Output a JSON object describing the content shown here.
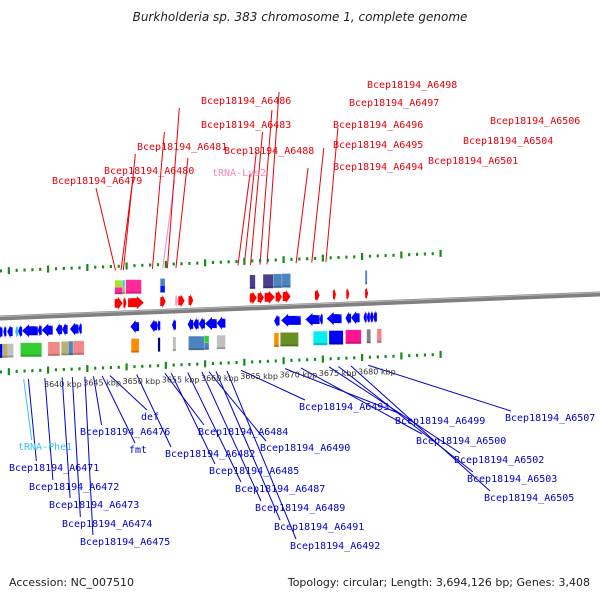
{
  "title": "Burkholderia sp. 383 chromosome 1, complete genome",
  "footer": {
    "accession": "Accession: NC_007510",
    "summary": "Topology: circular; Length: 3,694,126 bp; Genes: 3,408"
  },
  "colors": {
    "forward_label": "#e8000b",
    "reverse_label": "#0000cc",
    "trna_forward": "#f08ac0",
    "trna_reverse": "#35c5e8",
    "backbone": "#808080",
    "tick": "#1a8a1a"
  },
  "axis": {
    "unit": "kbp",
    "tick_labels": [
      "3640 kbp",
      "3645 kbp",
      "3650 kbp",
      "3655 kbp",
      "3660 kbp",
      "3665 kbp",
      "3670 kbp",
      "3675 kbp",
      "3680 kbp"
    ],
    "tick_values_kbp": [
      3640,
      3645,
      3650,
      3655,
      3660,
      3665,
      3670,
      3675,
      3680
    ]
  },
  "forward_labels": [
    {
      "text": "Bcep18194_A6479",
      "kbp": 3648.6
    },
    {
      "text": "Bcep18194_A6480",
      "kbp": 3649.3
    },
    {
      "text": "Bcep18194_A6481",
      "kbp": 3649.6
    },
    {
      "text": "Bcep18194_A6483",
      "kbp": 3653.3
    },
    {
      "text": "tRNA-Lys2",
      "kbp": 3654.6,
      "trna": true
    },
    {
      "text": "Bcep18194_A6486",
      "kbp": 3655.2
    },
    {
      "text": "Bcep18194_A6488",
      "kbp": 3656.3
    },
    {
      "text": "Bcep18194_A6494",
      "kbp": 3664.2
    },
    {
      "text": "Bcep18194_A6495",
      "kbp": 3665.0
    },
    {
      "text": "Bcep18194_A6496",
      "kbp": 3665.8
    },
    {
      "text": "Bcep18194_A6497",
      "kbp": 3667.0
    },
    {
      "text": "Bcep18194_A6498",
      "kbp": 3667.9
    },
    {
      "text": "Bcep18194_A6501",
      "kbp": 3671.6
    },
    {
      "text": "Bcep18194_A6504",
      "kbp": 3673.6
    },
    {
      "text": "Bcep18194_A6506",
      "kbp": 3675.4
    }
  ],
  "reverse_labels": [
    {
      "text": "tRNA-Phe1",
      "kbp": 3636.9,
      "trna": true
    },
    {
      "text": "Bcep18194_A6471",
      "kbp": 3637.5
    },
    {
      "text": "Bcep18194_A6472",
      "kbp": 3639.6
    },
    {
      "text": "Bcep18194_A6473",
      "kbp": 3641.8
    },
    {
      "text": "Bcep18194_A6474",
      "kbp": 3643.1
    },
    {
      "text": "Bcep18194_A6475",
      "kbp": 3644.7
    },
    {
      "text": "Bcep18194_A6476",
      "kbp": 3645.8
    },
    {
      "text": "fmt",
      "kbp": 3646.9
    },
    {
      "text": "def",
      "kbp": 3647.9
    },
    {
      "text": "Bcep18194_A6482",
      "kbp": 3651.3
    },
    {
      "text": "Bcep18194_A6484",
      "kbp": 3654.9
    },
    {
      "text": "Bcep18194_A6485",
      "kbp": 3655.7
    },
    {
      "text": "Bcep18194_A6487",
      "kbp": 3657.8
    },
    {
      "text": "Bcep18194_A6489",
      "kbp": 3659.6
    },
    {
      "text": "Bcep18194_A6490",
      "kbp": 3660.5
    },
    {
      "text": "Bcep18194_A6491",
      "kbp": 3661.4
    },
    {
      "text": "Bcep18194_A6492",
      "kbp": 3662.8
    },
    {
      "text": "Bcep18194_A6493",
      "kbp": 3664.6
    },
    {
      "text": "Bcep18194_A6499",
      "kbp": 3670.2
    },
    {
      "text": "Bcep18194_A6500",
      "kbp": 3672.2
    },
    {
      "text": "Bcep18194_A6502",
      "kbp": 3675.8
    },
    {
      "text": "Bcep18194_A6503",
      "kbp": 3677.0
    },
    {
      "text": "Bcep18194_A6505",
      "kbp": 3678.6
    },
    {
      "text": "Bcep18194_A6507",
      "kbp": 3680.8
    }
  ],
  "forward_genes": [
    {
      "start": 3648.5,
      "end": 3649.5,
      "color": "#ff0000"
    },
    {
      "start": 3649.6,
      "end": 3650.0,
      "color": "#ff0000"
    },
    {
      "start": 3650.2,
      "end": 3652.2,
      "color": "#ff0000"
    },
    {
      "start": 3654.3,
      "end": 3655.0,
      "color": "#ff0000"
    },
    {
      "start": 3656.2,
      "end": 3656.5,
      "color": "#f8a0d0"
    },
    {
      "start": 3656.6,
      "end": 3657.4,
      "color": "#ff0000"
    },
    {
      "start": 3657.9,
      "end": 3658.5,
      "color": "#ff0000"
    },
    {
      "start": 3665.7,
      "end": 3666.6,
      "color": "#ff0000"
    },
    {
      "start": 3666.7,
      "end": 3667.5,
      "color": "#ff0000"
    },
    {
      "start": 3667.6,
      "end": 3668.9,
      "color": "#ff0000"
    },
    {
      "start": 3669.0,
      "end": 3669.8,
      "color": "#ff0000"
    },
    {
      "start": 3669.9,
      "end": 3670.9,
      "color": "#ff0000"
    },
    {
      "start": 3674.0,
      "end": 3674.6,
      "color": "#ff0000"
    },
    {
      "start": 3676.3,
      "end": 3676.6,
      "color": "#ff0000"
    },
    {
      "start": 3678.0,
      "end": 3678.3,
      "color": "#ff0000"
    },
    {
      "start": 3680.4,
      "end": 3680.7,
      "color": "#ff0000"
    }
  ],
  "forward_cogs": [
    {
      "start": 3648.5,
      "end": 3649.5,
      "color": "#a6e22e",
      "half": "top"
    },
    {
      "start": 3648.5,
      "end": 3649.5,
      "color": "#ff2a9a",
      "half": "bottom"
    },
    {
      "start": 3649.5,
      "end": 3649.8,
      "color": "#26d0f0",
      "half": "top"
    },
    {
      "start": 3649.5,
      "end": 3649.8,
      "color": "#b8b070",
      "half": "bottom"
    },
    {
      "start": 3649.9,
      "end": 3651.9,
      "color": "#ff2a9a"
    },
    {
      "start": 3654.3,
      "end": 3654.9,
      "color": "#4d84c0",
      "half": "top"
    },
    {
      "start": 3654.3,
      "end": 3654.9,
      "color": "#0018ff",
      "half": "bottom"
    },
    {
      "start": 3665.7,
      "end": 3666.4,
      "color": "#4a3f8c"
    },
    {
      "start": 3667.4,
      "end": 3668.7,
      "color": "#4a3f8c"
    },
    {
      "start": 3668.7,
      "end": 3669.8,
      "color": "#4d84c0"
    },
    {
      "start": 3669.8,
      "end": 3670.9,
      "color": "#4d84c0"
    },
    {
      "start": 3680.4,
      "end": 3680.6,
      "color": "#4d84c0"
    }
  ],
  "reverse_genes": [
    {
      "start": 3633.0,
      "end": 3633.3,
      "color": "#0000ff"
    },
    {
      "start": 3633.7,
      "end": 3634.2,
      "color": "#0000ff"
    },
    {
      "start": 3634.3,
      "end": 3634.7,
      "color": "#0000ff"
    },
    {
      "start": 3634.8,
      "end": 3635.5,
      "color": "#0000ff"
    },
    {
      "start": 3635.8,
      "end": 3636.2,
      "color": "#35c5f0"
    },
    {
      "start": 3636.2,
      "end": 3636.7,
      "color": "#0000ff"
    },
    {
      "start": 3636.7,
      "end": 3638.7,
      "color": "#0000ff"
    },
    {
      "start": 3638.7,
      "end": 3639.2,
      "color": "#0000ff"
    },
    {
      "start": 3639.2,
      "end": 3640.6,
      "color": "#0000ff"
    },
    {
      "start": 3641.0,
      "end": 3641.8,
      "color": "#0000ff"
    },
    {
      "start": 3641.8,
      "end": 3642.5,
      "color": "#0000ff"
    },
    {
      "start": 3642.8,
      "end": 3643.9,
      "color": "#0000ff"
    },
    {
      "start": 3643.9,
      "end": 3644.3,
      "color": "#0000ff"
    },
    {
      "start": 3650.5,
      "end": 3651.6,
      "color": "#0000ff"
    },
    {
      "start": 3653.0,
      "end": 3653.9,
      "color": "#0000ff"
    },
    {
      "start": 3653.9,
      "end": 3654.3,
      "color": "#0000ff"
    },
    {
      "start": 3655.8,
      "end": 3656.3,
      "color": "#0000ff"
    },
    {
      "start": 3657.8,
      "end": 3658.5,
      "color": "#0000ff"
    },
    {
      "start": 3658.5,
      "end": 3659.2,
      "color": "#0000ff"
    },
    {
      "start": 3659.2,
      "end": 3660.0,
      "color": "#0000ff"
    },
    {
      "start": 3660.0,
      "end": 3661.5,
      "color": "#0000ff"
    },
    {
      "start": 3661.5,
      "end": 3662.6,
      "color": "#0000ff"
    },
    {
      "start": 3668.8,
      "end": 3669.5,
      "color": "#0000ff"
    },
    {
      "start": 3669.7,
      "end": 3672.2,
      "color": "#0000ff"
    },
    {
      "start": 3672.8,
      "end": 3674.6,
      "color": "#0000ff"
    },
    {
      "start": 3674.6,
      "end": 3675.0,
      "color": "#0000ff"
    },
    {
      "start": 3675.5,
      "end": 3677.4,
      "color": "#0000ff"
    },
    {
      "start": 3677.9,
      "end": 3678.6,
      "color": "#0000ff"
    },
    {
      "start": 3678.6,
      "end": 3679.7,
      "color": "#0000ff"
    },
    {
      "start": 3680.2,
      "end": 3680.6,
      "color": "#0000ff"
    },
    {
      "start": 3680.6,
      "end": 3681.0,
      "color": "#0000ff"
    },
    {
      "start": 3681.0,
      "end": 3681.4,
      "color": "#0000ff"
    },
    {
      "start": 3681.4,
      "end": 3681.9,
      "color": "#0000ff"
    }
  ],
  "reverse_cogs": [
    {
      "start": 3633.0,
      "end": 3633.3,
      "color": "#00d8e0"
    },
    {
      "start": 3633.7,
      "end": 3634.2,
      "color": "#0000ff"
    },
    {
      "start": 3634.2,
      "end": 3634.9,
      "color": "#b8b070"
    },
    {
      "start": 3634.9,
      "end": 3635.6,
      "color": "#c0c0c0"
    },
    {
      "start": 3636.5,
      "end": 3639.2,
      "color": "#32cd32"
    },
    {
      "start": 3640.0,
      "end": 3641.5,
      "color": "#f08888"
    },
    {
      "start": 3641.7,
      "end": 3642.6,
      "color": "#b8b070"
    },
    {
      "start": 3642.6,
      "end": 3643.2,
      "color": "#4d84c0"
    },
    {
      "start": 3643.2,
      "end": 3644.6,
      "color": "#f08888"
    },
    {
      "start": 3650.6,
      "end": 3651.6,
      "color": "#ff8c00"
    },
    {
      "start": 3654.0,
      "end": 3654.3,
      "color": "#000080"
    },
    {
      "start": 3655.9,
      "end": 3656.3,
      "color": "#c0c0c0"
    },
    {
      "start": 3657.9,
      "end": 3659.9,
      "color": "#4d84c0"
    },
    {
      "start": 3659.9,
      "end": 3660.5,
      "color": "#32cd32",
      "half": "top"
    },
    {
      "start": 3659.9,
      "end": 3660.5,
      "color": "#4d84c0",
      "half": "bottom"
    },
    {
      "start": 3661.5,
      "end": 3662.6,
      "color": "#c0c0c0"
    },
    {
      "start": 3668.8,
      "end": 3669.4,
      "color": "#ff8c00"
    },
    {
      "start": 3669.6,
      "end": 3671.9,
      "color": "#6b8e23"
    },
    {
      "start": 3673.8,
      "end": 3675.6,
      "color": "#00f0f0"
    },
    {
      "start": 3675.8,
      "end": 3677.6,
      "color": "#0000ff"
    },
    {
      "start": 3677.9,
      "end": 3679.9,
      "color": "#ff1493"
    },
    {
      "start": 3680.6,
      "end": 3681.1,
      "color": "#808080"
    },
    {
      "start": 3681.9,
      "end": 3682.5,
      "color": "#f08888"
    }
  ]
}
